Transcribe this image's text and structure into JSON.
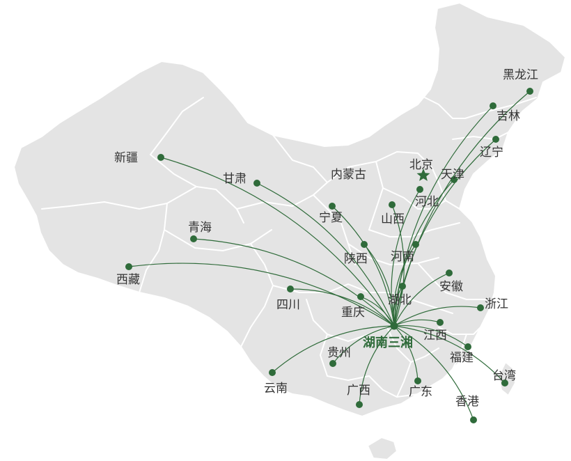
{
  "hub": {
    "label": "湖南三湘"
  },
  "capital": {
    "label": "北京",
    "icon": "star-icon"
  },
  "colors": {
    "route": "#2f6b3a",
    "land": "#e4e4e4",
    "border": "#ffffff",
    "label": "#333333"
  },
  "provinces": [
    {
      "id": "heilongjiang",
      "label": "黑龙江"
    },
    {
      "id": "jilin",
      "label": "吉林"
    },
    {
      "id": "liaoning",
      "label": "辽宁"
    },
    {
      "id": "xinjiang",
      "label": "新疆"
    },
    {
      "id": "gansu",
      "label": "甘肃"
    },
    {
      "id": "neimenggu",
      "label": "内蒙古"
    },
    {
      "id": "tianjin",
      "label": "天津"
    },
    {
      "id": "hebei",
      "label": "河北"
    },
    {
      "id": "ningxia",
      "label": "宁夏"
    },
    {
      "id": "shanxi",
      "label": "山西"
    },
    {
      "id": "qinghai",
      "label": "青海"
    },
    {
      "id": "xizang",
      "label": "西藏"
    },
    {
      "id": "shaanxi",
      "label": "陕西"
    },
    {
      "id": "henan",
      "label": "河南"
    },
    {
      "id": "anhui",
      "label": "安徽"
    },
    {
      "id": "sichuan",
      "label": "四川"
    },
    {
      "id": "hubei",
      "label": "湖北"
    },
    {
      "id": "zhejiang",
      "label": "浙江"
    },
    {
      "id": "chongqing",
      "label": "重庆"
    },
    {
      "id": "jiangxi",
      "label": "江西"
    },
    {
      "id": "guizhou",
      "label": "贵州"
    },
    {
      "id": "fujian",
      "label": "福建"
    },
    {
      "id": "taiwan",
      "label": "台湾"
    },
    {
      "id": "yunnan",
      "label": "云南"
    },
    {
      "id": "guangxi",
      "label": "广西"
    },
    {
      "id": "guangdong",
      "label": "广东"
    },
    {
      "id": "xianggang",
      "label": "香港"
    }
  ]
}
